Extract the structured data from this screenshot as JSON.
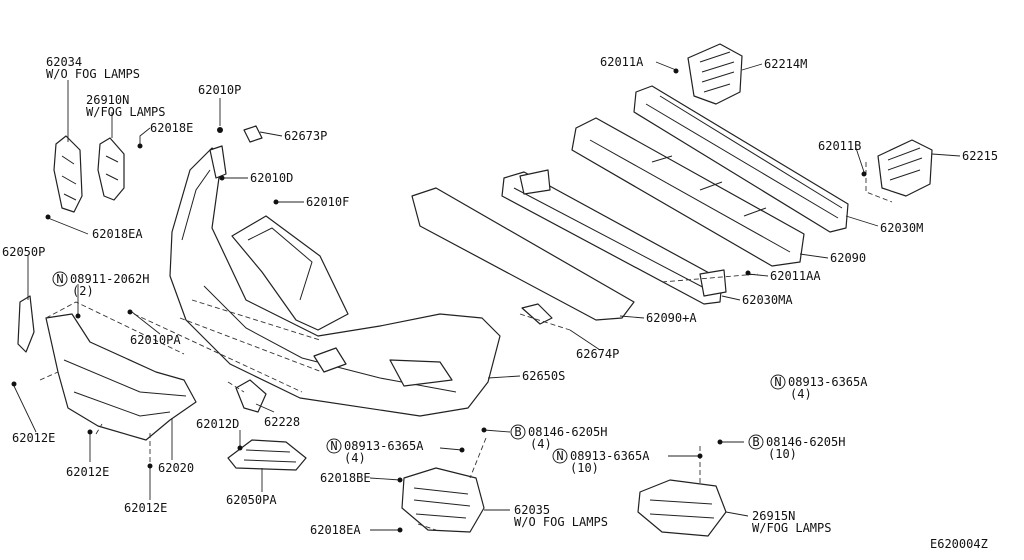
{
  "diagram_code": "E620004Z",
  "labels": {
    "p62034": "62034",
    "p62034_note": "W/O FOG LAMPS",
    "p26910n": "26910N",
    "p26910n_note": "W/FOG LAMPS",
    "p62018e": "62018E",
    "p62018ea_top": "62018EA",
    "p62010p": "62010P",
    "p62673p": "62673P",
    "p62010d": "62010D",
    "p62010f": "62010F",
    "p62050p": "62050P",
    "p08911": "08911-2062H",
    "p08911_qty": "(2)",
    "p62010pa": "62010PA",
    "p62012e_left": "62012E",
    "p62012e_mid": "62012E",
    "p62012e_bot": "62012E",
    "p62020": "62020",
    "p62228": "62228",
    "p62012d": "62012D",
    "p62050pa": "62050PA",
    "p62011a": "62011A",
    "p62214m": "62214M",
    "p62011b": "62011B",
    "p62215": "62215",
    "p62030m": "62030M",
    "p62090": "62090",
    "p62011aa": "62011AA",
    "p62030ma": "62030MA",
    "p62090a": "62090+A",
    "p62674p": "62674P",
    "p62650s": "62650S",
    "p08913_right": "08913-6365A",
    "p08913_right_qty": "(4)",
    "p08146_mid": "08146-6205H",
    "p08146_mid_qty": "(4)",
    "p08913_mid": "08913-6365A",
    "p08913_mid_qty": "(4)",
    "p08913_low": "08913-6365A",
    "p08913_low_qty": "(10)",
    "p08146_right": "08146-6205H",
    "p08146_right_qty": "(10)",
    "p62018be": "62018BE",
    "p62035": "62035",
    "p62035_note": "W/O FOG LAMPS",
    "p62018ea_bot": "62018EA",
    "p26915n": "26915N",
    "p26915n_note": "W/FOG LAMPS",
    "sym_n": "N",
    "sym_b": "B"
  }
}
